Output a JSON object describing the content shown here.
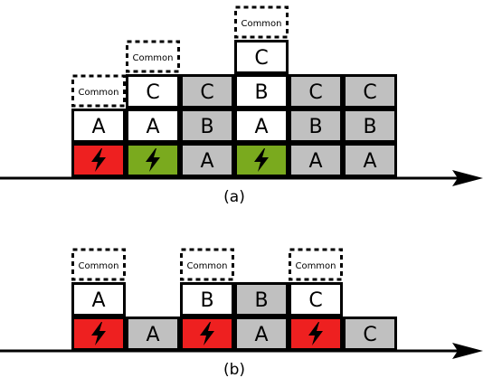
{
  "colors": {
    "white": "#ffffff",
    "gray": "#c0c0c0",
    "red": "#ee2020",
    "green": "#7aaa1e",
    "bolt": "#000000"
  },
  "icon": "lightning-bolt-icon",
  "captions": {
    "a": "(a)",
    "b": "(b)"
  },
  "common_label": "Common",
  "diagram_a": {
    "columns": [
      {
        "common_slot": true,
        "cells": [
          {
            "fill": "red",
            "icon": "bolt"
          },
          {
            "fill": "white",
            "label": "A"
          }
        ]
      },
      {
        "common_slot": true,
        "cells": [
          {
            "fill": "green",
            "icon": "bolt"
          },
          {
            "fill": "white",
            "label": "A"
          },
          {
            "fill": "white",
            "label": "C"
          }
        ]
      },
      {
        "common_slot": false,
        "cells": [
          {
            "fill": "gray",
            "label": "A"
          },
          {
            "fill": "gray",
            "label": "B"
          },
          {
            "fill": "gray",
            "label": "C"
          }
        ]
      },
      {
        "common_slot": true,
        "cells": [
          {
            "fill": "green",
            "icon": "bolt"
          },
          {
            "fill": "white",
            "label": "A"
          },
          {
            "fill": "white",
            "label": "B"
          },
          {
            "fill": "white",
            "label": "C"
          }
        ]
      },
      {
        "common_slot": false,
        "cells": [
          {
            "fill": "gray",
            "label": "A"
          },
          {
            "fill": "gray",
            "label": "B"
          },
          {
            "fill": "gray",
            "label": "C"
          }
        ]
      },
      {
        "common_slot": false,
        "cells": [
          {
            "fill": "gray",
            "label": "A"
          },
          {
            "fill": "gray",
            "label": "B"
          },
          {
            "fill": "gray",
            "label": "C"
          }
        ]
      }
    ]
  },
  "diagram_b": {
    "columns": [
      {
        "common_slot": true,
        "cells": [
          {
            "fill": "red",
            "icon": "bolt"
          },
          {
            "fill": "white",
            "label": "A"
          }
        ]
      },
      {
        "common_slot": false,
        "cells": [
          {
            "fill": "gray",
            "label": "A"
          }
        ]
      },
      {
        "common_slot": true,
        "cells": [
          {
            "fill": "red",
            "icon": "bolt"
          },
          {
            "fill": "white",
            "label": "B"
          }
        ]
      },
      {
        "common_slot": false,
        "cells": [
          {
            "fill": "gray",
            "label": "A"
          },
          {
            "fill": "gray",
            "label": "B"
          }
        ]
      },
      {
        "common_slot": true,
        "cells": [
          {
            "fill": "red",
            "icon": "bolt"
          },
          {
            "fill": "white",
            "label": "C"
          }
        ]
      },
      {
        "common_slot": false,
        "cells": [
          {
            "fill": "gray",
            "label": "C"
          }
        ]
      }
    ]
  }
}
